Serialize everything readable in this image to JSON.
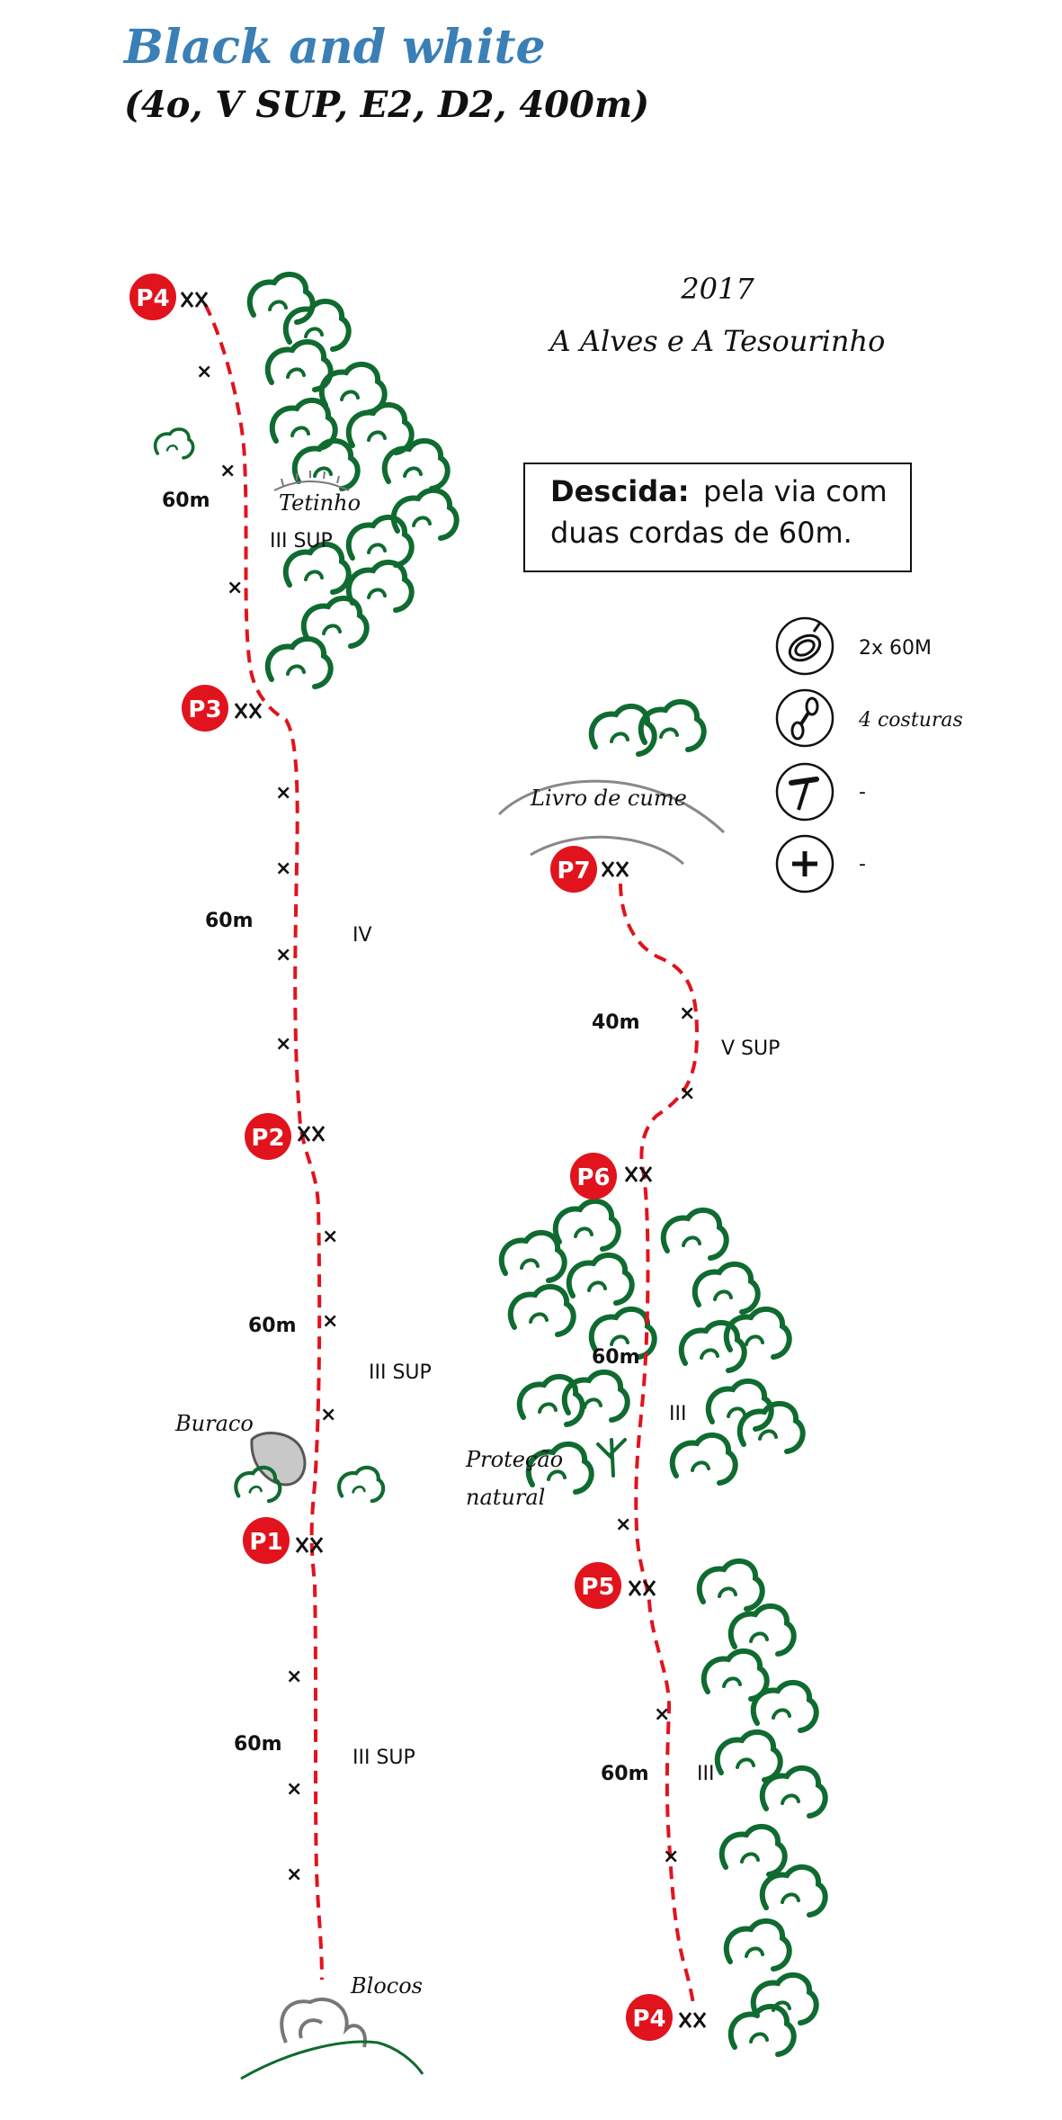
{
  "header": {
    "title": "Black and white",
    "subtitle": "(4o, V SUP, E2, D2, 400m)",
    "year": "2017",
    "authors": "A Alves e A Tesourinho"
  },
  "descent": {
    "label": "Descida:",
    "text_line1": "pela via com",
    "text_line2": "duas cordas de 60m."
  },
  "gear": [
    {
      "icon": "rope-icon",
      "label": "2x 60M"
    },
    {
      "icon": "quickdraw-icon",
      "label": "4 costuras"
    },
    {
      "icon": "piton-hammer-icon",
      "label": "-"
    },
    {
      "icon": "plus-icon",
      "label": "-"
    }
  ],
  "belays": {
    "p1": "P1",
    "p2": "P2",
    "p3": "P3",
    "p4": "P4",
    "p5": "P5",
    "p6": "P6",
    "p7": "P7",
    "p4b": "P4"
  },
  "anchor_mark": "XX",
  "bolt_mark": "×",
  "pitches": {
    "p1_length": "60m",
    "p1_grade": "III SUP",
    "p2_length": "60m",
    "p2_grade": "III SUP",
    "p3_length": "60m",
    "p3_grade": "IV",
    "p4_length": "60m",
    "p4_grade": "III SUP",
    "p5_length": "60m",
    "p5_grade": "III",
    "p6_length": "60m",
    "p6_grade": "III",
    "p7_length": "40m",
    "p7_grade": "V SUP"
  },
  "features": {
    "tetinho": "Tetinho",
    "buraco": "Buraco",
    "blocos": "Blocos",
    "protecao_line1": "Proteção",
    "protecao_line2": "natural",
    "livro": "Livro de cume"
  },
  "colors": {
    "title": "#3a7fb6",
    "route": "#e1131d",
    "vegetation": "#0f6b2f",
    "belay": "#e1131d"
  }
}
